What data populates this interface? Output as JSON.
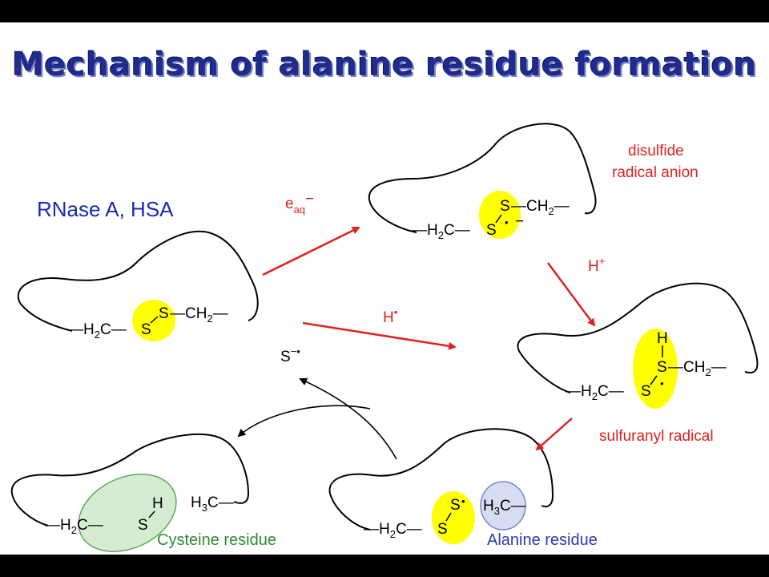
{
  "title": "Mechanism of alanine residue formation",
  "proteins_label": "RNase A, HSA",
  "reagents": {
    "electron": "e",
    "electron_sub": "aq",
    "electron_sup": "−",
    "proton": "H",
    "proton_sup": "+",
    "hydrogen_atom": "H",
    "hydrogen_sup": "•",
    "released_radical": "S",
    "released_sup": "−•"
  },
  "labels": {
    "disulfide_line1": "disulfide",
    "disulfide_line2": "radical anion",
    "sulfuranyl": "sulfuranyl radical",
    "alanine": "Alanine residue",
    "cysteine": "Cysteine residue"
  },
  "atoms": {
    "H2C": "—H",
    "H2C_sub": "2",
    "H2C_tail": "C—",
    "S": "S",
    "CH2": "CH",
    "CH2_sub": "2",
    "CH2_tail": "—",
    "H": "H",
    "H3C": "H",
    "H3C_sub": "3",
    "H3C_tail": "C—",
    "radical_dot": "•",
    "minus": "−"
  },
  "colors": {
    "title": "#1f2c8e",
    "arrow": "#e02020",
    "highlight_yellow": "#ffff00",
    "alanine_circle": "#d8dcf2",
    "cysteine_ellipse": "#d6ecd2"
  }
}
